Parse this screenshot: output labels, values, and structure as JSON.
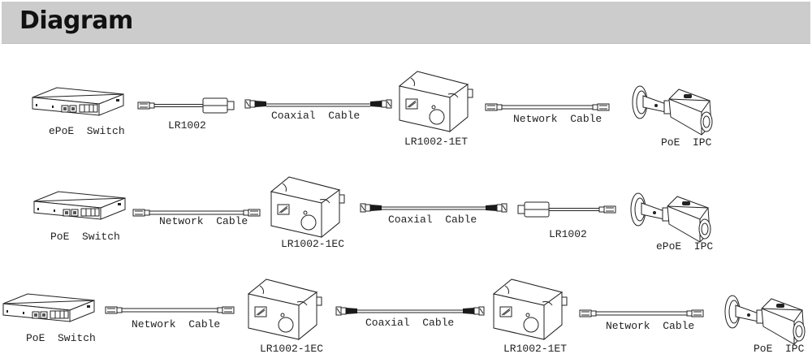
{
  "header": {
    "title": "Diagram"
  },
  "rows": [
    {
      "items": [
        {
          "type": "switch",
          "label": "ePoE  Switch"
        },
        {
          "type": "lr1002",
          "label": "LR1002"
        },
        {
          "type": "coax",
          "label": "Coaxial  Cable"
        },
        {
          "type": "module",
          "label": "LR1002-1ET"
        },
        {
          "type": "network",
          "label": "Network  Cable"
        },
        {
          "type": "camera",
          "label": "PoE  IPC"
        }
      ]
    },
    {
      "items": [
        {
          "type": "switch",
          "label": "PoE  Switch"
        },
        {
          "type": "network",
          "label": "Network  Cable"
        },
        {
          "type": "module",
          "label": "LR1002-1EC"
        },
        {
          "type": "coax",
          "label": "Coaxial  Cable"
        },
        {
          "type": "lr1002",
          "label": "LR1002"
        },
        {
          "type": "camera",
          "label": "ePoE  IPC"
        }
      ]
    },
    {
      "items": [
        {
          "type": "switch",
          "label": "PoE  Switch"
        },
        {
          "type": "network",
          "label": "Network  Cable"
        },
        {
          "type": "module",
          "label": "LR1002-1EC"
        },
        {
          "type": "coax",
          "label": "Coaxial  Cable"
        },
        {
          "type": "module",
          "label": "LR1002-1ET"
        },
        {
          "type": "network",
          "label": "Network  Cable"
        },
        {
          "type": "camera",
          "label": "PoE  IPC"
        }
      ]
    }
  ]
}
